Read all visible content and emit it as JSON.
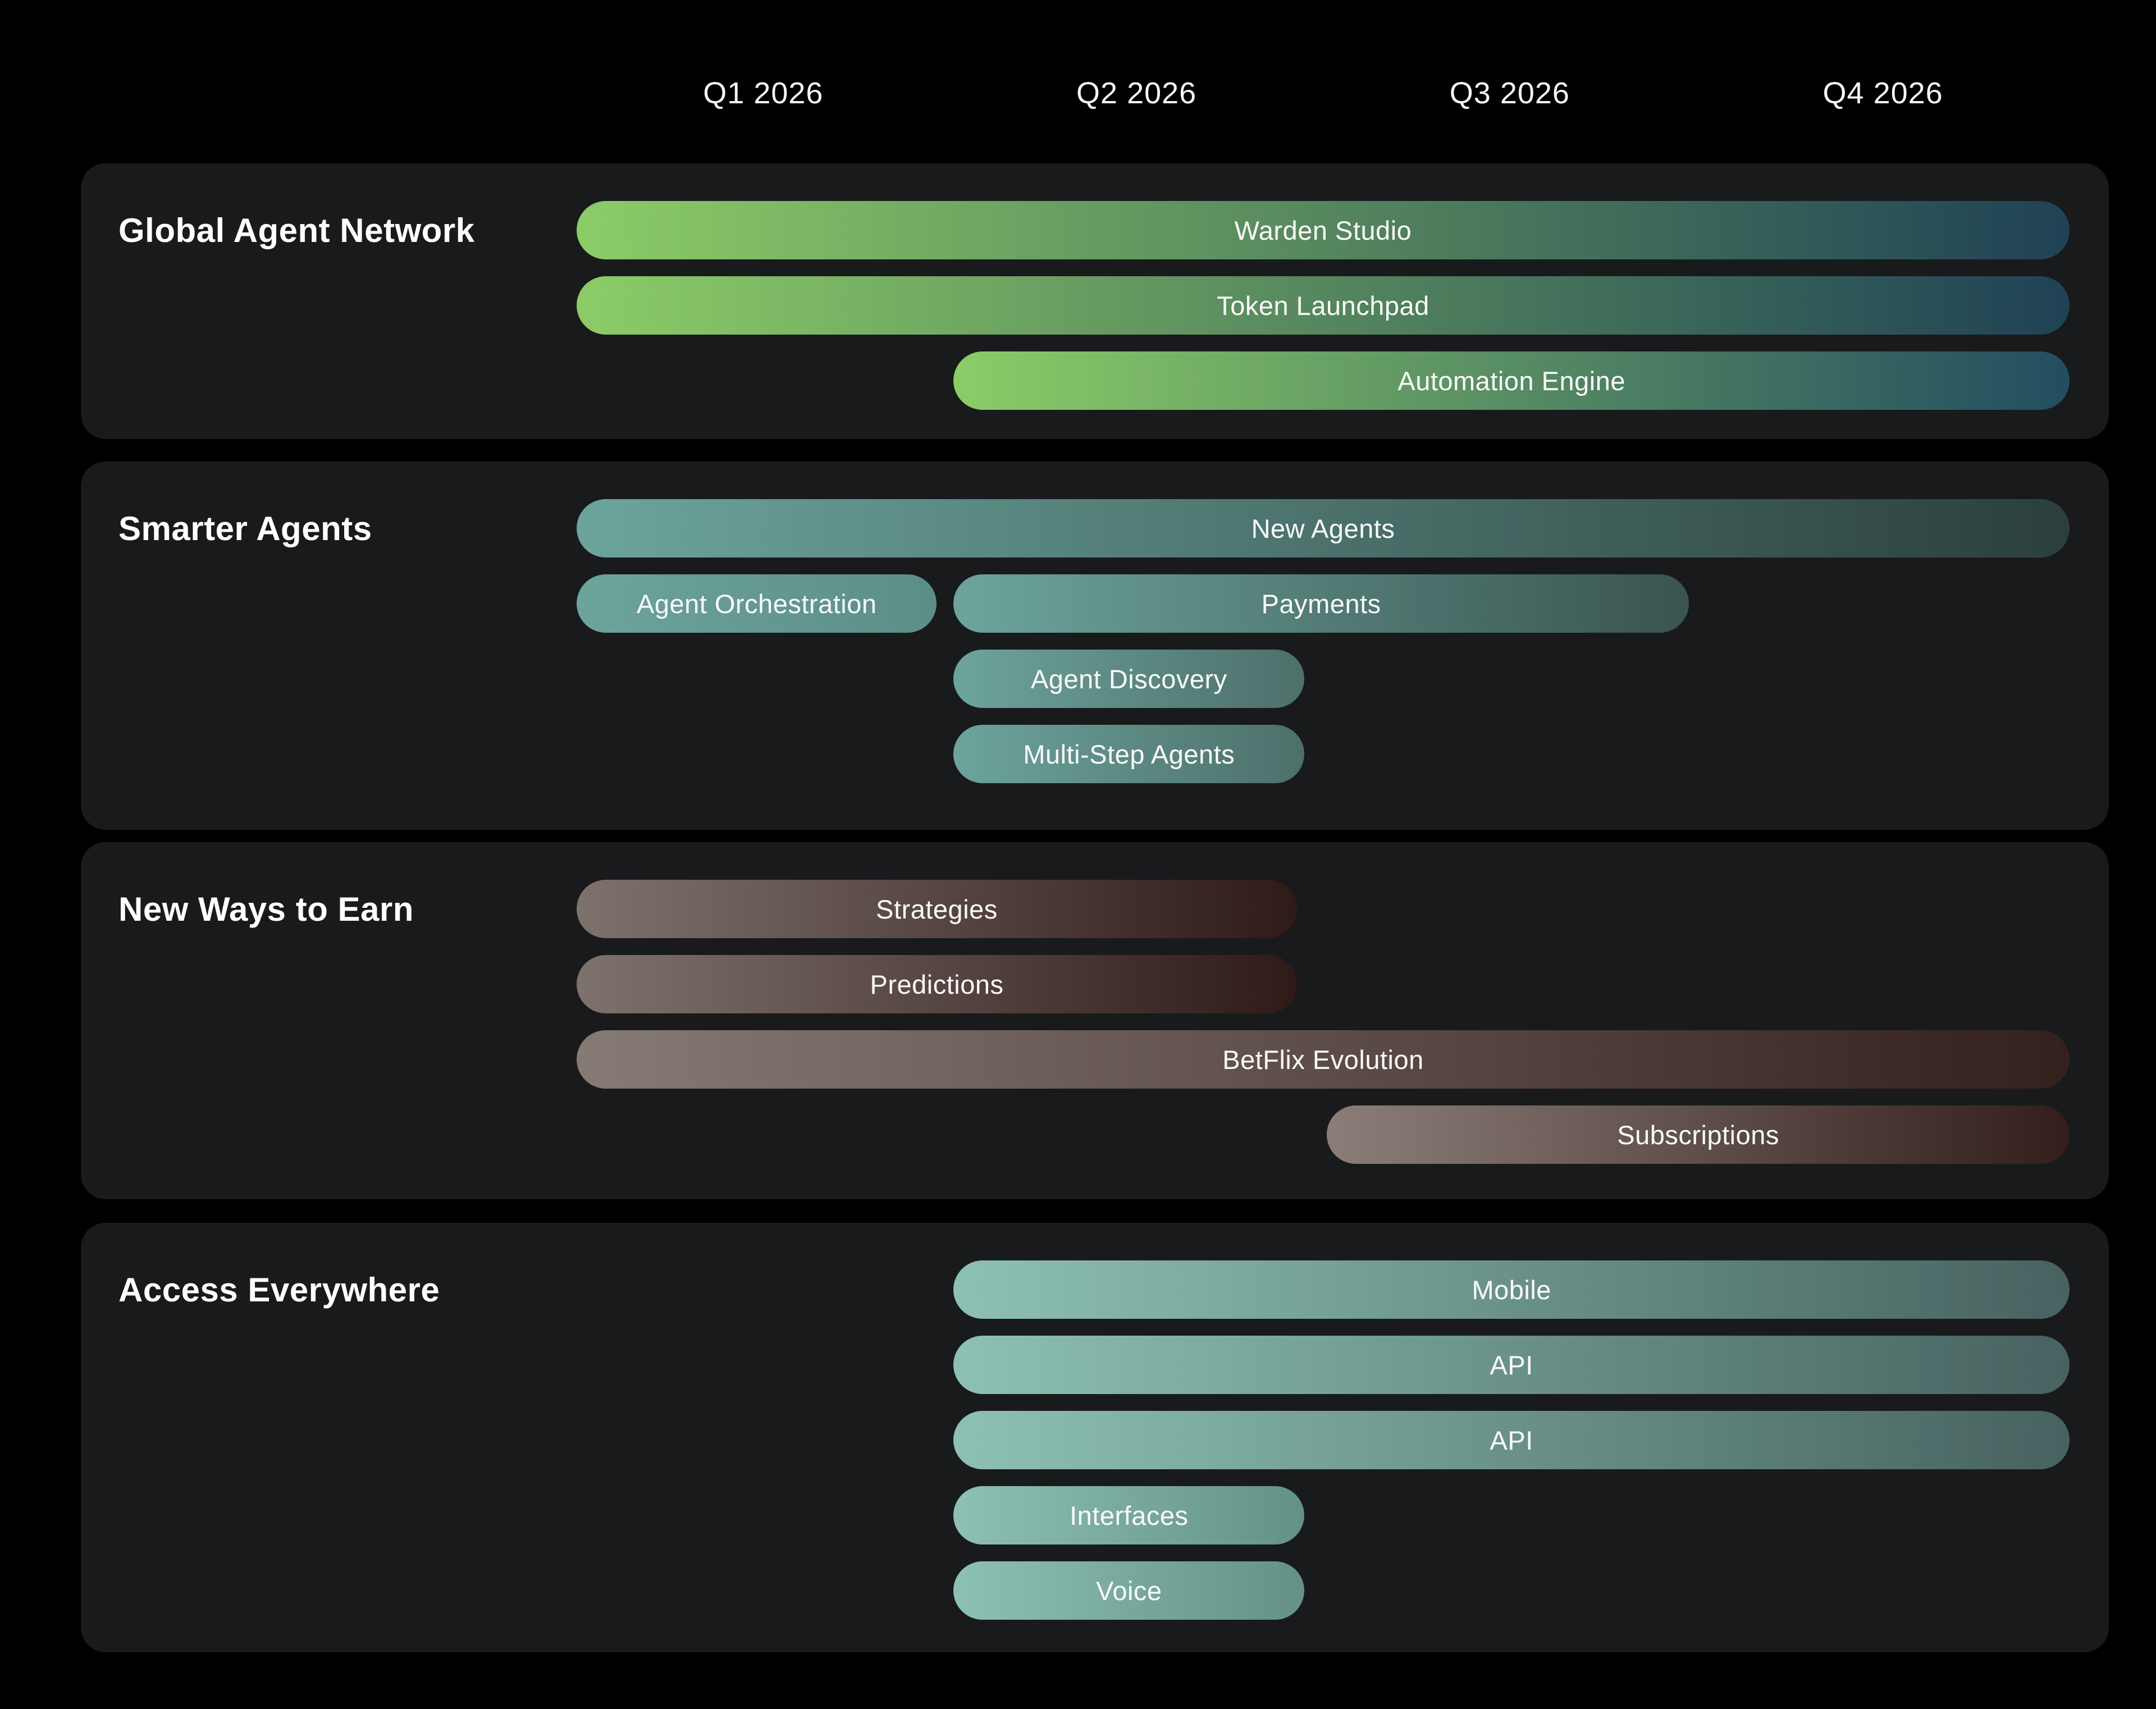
{
  "page": {
    "background": "#000000",
    "card_background": "#191a1c",
    "axis_text_color": "#f6f7f6",
    "title_text_color": "#ffffff",
    "bar_text_color": "#fafbfa"
  },
  "chart_data": {
    "type": "gantt",
    "x_axis": {
      "labels": [
        "Q1 2026",
        "Q2 2026",
        "Q3 2026",
        "Q4 2026"
      ],
      "range_units": [
        0,
        4
      ]
    },
    "legend": "none",
    "grid": "off",
    "sections": [
      {
        "title": "Global Agent Network",
        "bars": [
          {
            "label": "Warden Studio",
            "row": 0,
            "start": 0,
            "end": 4,
            "color_from": "#8ccc67",
            "color_to": "#1f4255"
          },
          {
            "label": "Token Launchpad",
            "row": 1,
            "start": 0,
            "end": 4,
            "color_from": "#8ccc67",
            "color_to": "#1f4255"
          },
          {
            "label": "Automation Engine",
            "row": 2,
            "start": 1.01,
            "end": 4,
            "color_from": "#8ccc67",
            "color_to": "#224d60"
          }
        ]
      },
      {
        "title": "Smarter Agents",
        "bars": [
          {
            "label": "New Agents",
            "row": 0,
            "start": 0,
            "end": 4,
            "color_from": "#6ca49c",
            "color_to": "#2b3f3c"
          },
          {
            "label": "Agent Orchestration",
            "row": 1,
            "start": 0,
            "end": 0.965,
            "color_from": "#6ca49c",
            "color_to": "#5c8e87"
          },
          {
            "label": "Payments",
            "row": 1,
            "start": 1.01,
            "end": 2.98,
            "color_from": "#6ca49c",
            "color_to": "#3a5450"
          },
          {
            "label": "Agent Discovery",
            "row": 2,
            "start": 1.01,
            "end": 1.95,
            "color_from": "#6ca49c",
            "color_to": "#4d6f6a"
          },
          {
            "label": "Multi-Step Agents",
            "row": 3,
            "start": 1.01,
            "end": 1.95,
            "color_from": "#6ca49c",
            "color_to": "#4d6f6a"
          }
        ]
      },
      {
        "title": "New Ways to Earn",
        "bars": [
          {
            "label": "Strategies",
            "row": 0,
            "start": 0,
            "end": 1.93,
            "color_from": "#7e726c",
            "color_to": "#2f1a18"
          },
          {
            "label": "Predictions",
            "row": 1,
            "start": 0,
            "end": 1.93,
            "color_from": "#7e726c",
            "color_to": "#2f1a18"
          },
          {
            "label": "BetFlix Evolution",
            "row": 2,
            "start": 0,
            "end": 4,
            "color_from": "#867a74",
            "color_to": "#34201d"
          },
          {
            "label": "Subscriptions",
            "row": 3,
            "start": 2.01,
            "end": 4,
            "color_from": "#8b7e78",
            "color_to": "#331e1b"
          }
        ]
      },
      {
        "title": "Access Everywhere",
        "bars": [
          {
            "label": "Mobile",
            "row": 0,
            "start": 1.01,
            "end": 4,
            "color_from": "#8dc1b3",
            "color_to": "#476260"
          },
          {
            "label": "API",
            "row": 1,
            "start": 1.01,
            "end": 4,
            "color_from": "#8dc1b3",
            "color_to": "#476260"
          },
          {
            "label": "API",
            "row": 2,
            "start": 1.01,
            "end": 4,
            "color_from": "#8dc1b3",
            "color_to": "#476260"
          },
          {
            "label": "Interfaces",
            "row": 3,
            "start": 1.01,
            "end": 1.95,
            "color_from": "#8dc1b3",
            "color_to": "#649187"
          },
          {
            "label": "Voice",
            "row": 4,
            "start": 1.01,
            "end": 1.95,
            "color_from": "#8dc1b3",
            "color_to": "#649187"
          }
        ]
      }
    ]
  }
}
